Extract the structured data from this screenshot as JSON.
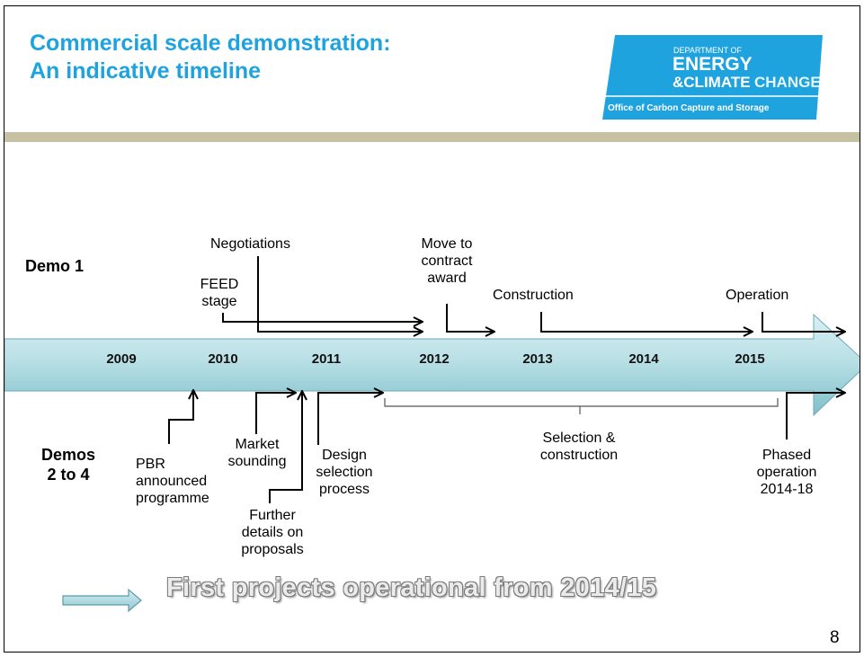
{
  "title": {
    "line1": "Commercial scale demonstration:",
    "line2": "An indicative timeline"
  },
  "logo": {
    "dept": "DEPARTMENT OF",
    "energy": "ENERGY",
    "climate": "&CLIMATE",
    "change": "CHANGE",
    "office": "Office of Carbon Capture and Storage"
  },
  "rows": {
    "demo1": "Demo 1",
    "demos2_line1": "Demos",
    "demos2_line2": "2 to 4"
  },
  "years": [
    "2009",
    "2010",
    "2011",
    "2012",
    "2013",
    "2014",
    "2015"
  ],
  "demo1_events": {
    "negotiations": "Negotiations",
    "feed1": "FEED",
    "feed2": "stage",
    "move1": "Move to",
    "move2": "contract",
    "move3": "award",
    "construction": "Construction",
    "operation": "Operation"
  },
  "demos_events": {
    "pbr1": "PBR",
    "pbr2": "announced",
    "pbr3": "programme",
    "market1": "Market",
    "market2": "sounding",
    "further1": "Further",
    "further2": "details on",
    "further3": "proposals",
    "design1": "Design",
    "design2": "selection",
    "design3": "process",
    "selection1": "Selection &",
    "selection2": "construction",
    "phased1": "Phased",
    "phased2": "operation",
    "phased3": "2014-18"
  },
  "footer": "First projects operational from 2014/15",
  "page_number": "8",
  "colors": {
    "title": "#1fa3de",
    "logo_bg": "#1fa3de",
    "band": "#c5c1a2",
    "timeline_arrow": "#b4dee4"
  }
}
